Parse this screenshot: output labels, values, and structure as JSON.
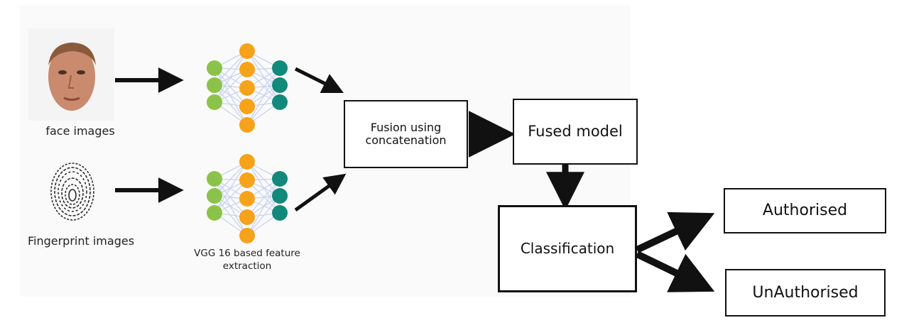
{
  "inputs": {
    "face_label": "face images",
    "fingerprint_label": "Fingerprint images"
  },
  "feature_extraction": {
    "caption_line1": "VGG 16 based feature",
    "caption_line2": "extraction"
  },
  "fusion": {
    "line1": "Fusion using",
    "line2": "concatenation"
  },
  "fused_model": {
    "label": "Fused model"
  },
  "classification": {
    "label": "Classification"
  },
  "outputs": {
    "authorised": "Authorised",
    "unauthorised": "UnAuthorised"
  },
  "colors": {
    "input_node": "#8bc34a",
    "hidden_node": "#f7a21b",
    "output_node": "#12897a",
    "edge": "#c8d3f0",
    "arrow": "#111111"
  }
}
